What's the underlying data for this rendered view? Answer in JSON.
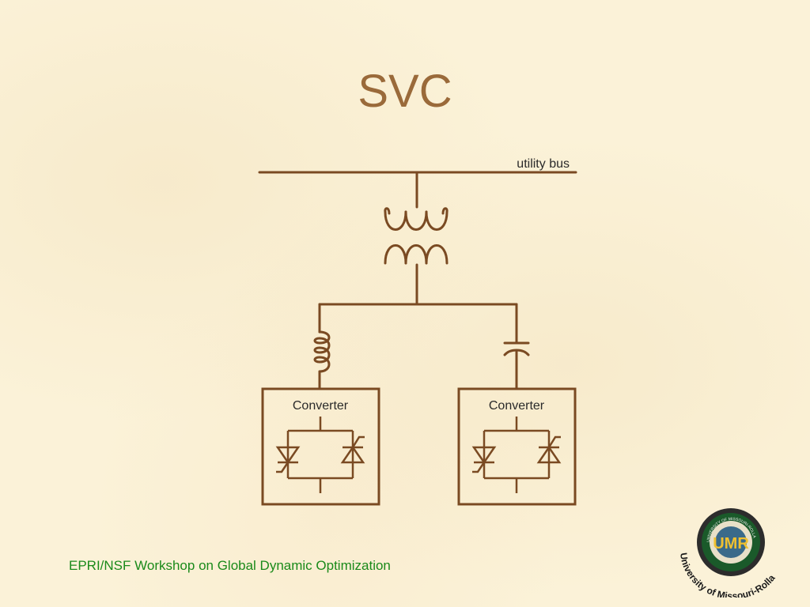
{
  "slide": {
    "title": "SVC",
    "footer": "EPRI/NSF Workshop on Global Dynamic Optimization"
  },
  "diagram": {
    "bus_label": "utility bus",
    "converter_left_label": "Converter",
    "converter_right_label": "Converter"
  },
  "logo": {
    "inner_text": "UMR",
    "ring_text": "UNIVERSITY OF MISSOURI-ROLLA",
    "arc_text": "University of Missouri-Rolla"
  },
  "colors": {
    "line": "#7a4a22",
    "title": "#9a6a3a",
    "footer": "#1a8a1a",
    "background": "#fbf2d8"
  }
}
